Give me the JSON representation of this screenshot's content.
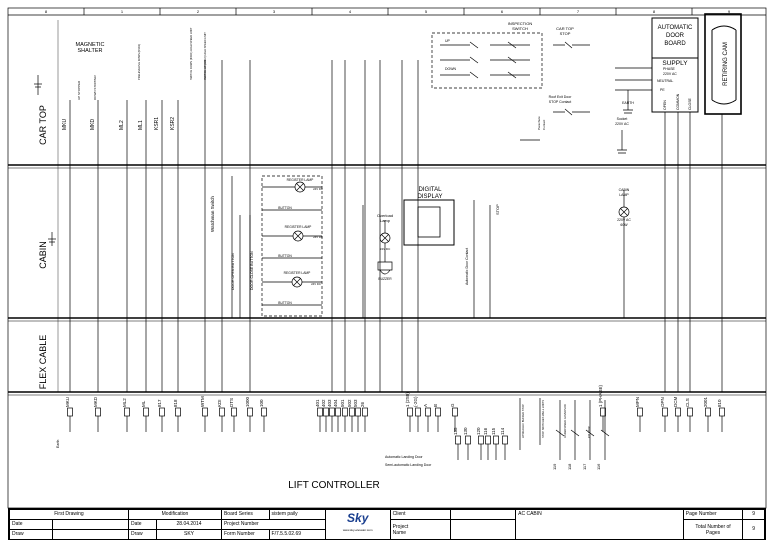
{
  "columns": [
    "8",
    "1",
    "2",
    "3",
    "4",
    "5",
    "6",
    "7",
    "8",
    "9"
  ],
  "zones": {
    "car_top": "CAR TOP",
    "cabin": "CABIN",
    "flex_cable": "FLEX CABLE"
  },
  "magnetic_shalter": [
    "MAGNETIC",
    "SHALTER"
  ],
  "switches_top": {
    "up": [
      "UP",
      "STOPPER"
    ],
    "down": [
      "DOWN",
      "STOPPER"
    ]
  },
  "car_top_labels": [
    "MKU",
    "MKD",
    "ML2",
    "ML1",
    "KSR1",
    "KSR2"
  ],
  "vertical_small": [
    "PRELEVELING DOWN (KSR1)",
    "SWITCH DOWN (KSR1) HIGH SPEED LIMIT",
    "SWITCH UP (KSR2) HIGH SPEED LIMIT"
  ],
  "inspection": {
    "title": [
      "INSPECTION",
      "SWITCH"
    ],
    "up": "UP",
    "down": "DOWN"
  },
  "car_top_stop": [
    "CAR TOP",
    "STOP"
  ],
  "roof_exit": [
    "Roof Exit Door",
    "STOP Contact"
  ],
  "parachute": [
    "Parachute",
    "Contact"
  ],
  "auto_door": {
    "title": [
      "AUTOMATIC",
      "DOOR",
      "BOARD"
    ],
    "supply": "SUPPLY",
    "phase": [
      "PHASE",
      "220V AC"
    ],
    "neutral": "NEUTRAL",
    "pe": "PE",
    "earth": "EARTH",
    "outs": [
      "OPEN",
      "COMMON",
      "CLOSE"
    ]
  },
  "retiring_cam": "RETIRING CAM",
  "socket": [
    "Socket",
    "220V AC"
  ],
  "cabin_lamp": [
    "CABIN",
    "LAMP",
    "220V AC",
    "60W"
  ],
  "cabin_items": {
    "watchman": "Watchman Switch",
    "register_lamp": "REGISTER LAMP",
    "button": "BUTTON",
    "volt": "24V DC",
    "door_open": "DOOR OPEN BUTTON",
    "door_close": "DOOR CLOSE BUTTON",
    "overload": [
      "Overload",
      "Lamp",
      "24V DC"
    ],
    "buzzer": "BUZZER",
    "digital": [
      "DIGITAL",
      "DISPLAY"
    ],
    "abcd": [
      "A",
      "B",
      "C",
      "D",
      "E"
    ],
    "auto_door_contact": "Automatic Door Contact",
    "stop": "STOP"
  },
  "terminals": [
    "MKU",
    "MKD",
    "ML2",
    "ML",
    "817",
    "818",
    "WTM",
    "KDI",
    "DTS",
    "1000",
    "100",
    "401",
    "402",
    "403",
    "404",
    "501",
    "502",
    "503",
    "26",
    "1 (2S0)",
    "(-2G)",
    "A",
    "B",
    "G",
    "135",
    "130",
    "120",
    "116",
    "115",
    "114",
    "1 (PHASE)",
    "MPN",
    "OPN",
    "DCM",
    "CLS",
    "2001",
    "810"
  ],
  "earth_label": "Earth",
  "landing_door": [
    "Automatic Landing Door",
    "Semi-automatic Landing Door"
  ],
  "lower_right": [
    "HYDRAULIC BUFFER STOP",
    "STOP SWITCHES WELL LIMITS",
    "UNDERSPEED GOVERNOR",
    "PIT STOP"
  ],
  "lower_nums": [
    "119",
    "118",
    "117",
    "116"
  ],
  "title": "LIFT CONTROLLER",
  "title_block": {
    "first_drawing": "First Drawing",
    "modification": "Modification",
    "board_series": "Board Series",
    "board_series_val": "sistem paily",
    "date": "Date",
    "date_val": "28.04.2014",
    "project_number": "Project Number",
    "draw": "Draw",
    "draw_val": "SKY",
    "form_number": "Form Number",
    "form_val": "F/7.5.5.02.69",
    "client": "Client",
    "project_name": [
      "Project",
      "Name"
    ],
    "ac_cabin": "AC CABIN",
    "page_number": "Page Number",
    "page_val": "9",
    "total_pages": [
      "Total Number of",
      "Pages"
    ],
    "total_val": "9",
    "logo": "Sky",
    "logo_sub": "www.sky-elevator.com"
  }
}
